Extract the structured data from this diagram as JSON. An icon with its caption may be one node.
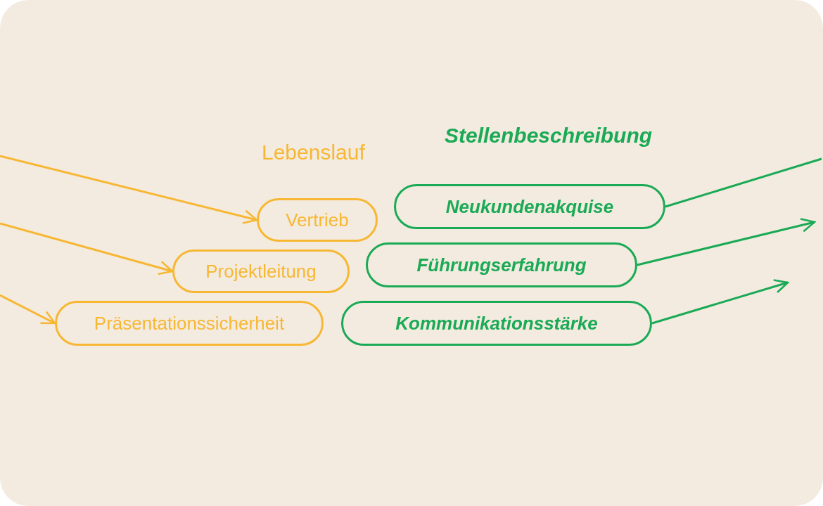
{
  "diagram": {
    "nodes": [
      {
        "text": [
          "Vertrieb"
        ]
      },
      {
        "text": [
          "Projektleitung"
        ]
      },
      {
        "text": [
          "Präsentationssicherheit"
        ]
      },
      {
        "text": [
          "Neukundenakquise"
        ]
      },
      {
        "text": [
          "Führungserfahrung"
        ]
      },
      {
        "text": [
          "Kommunikationsstärke"
        ]
      }
    ],
    "edges": [
      {
        "from": null,
        "to": 0,
        "arrow": "to",
        "color": "#f7b733"
      },
      {
        "from": null,
        "to": 1,
        "arrow": "to",
        "color": "#f7b733"
      },
      {
        "from": null,
        "to": 2,
        "arrow": "to",
        "color": "#f7b733"
      },
      {
        "from": 3,
        "to": null,
        "arrow": "none",
        "color": "#1aaa55"
      },
      {
        "from": 4,
        "to": null,
        "arrow": "to",
        "color": "#1aaa55"
      },
      {
        "from": 5,
        "to": null,
        "arrow": "to",
        "color": "#1aaa55"
      }
    ],
    "labels": [
      "Lebenslauf",
      "Stellenbeschreibung"
    ]
  }
}
